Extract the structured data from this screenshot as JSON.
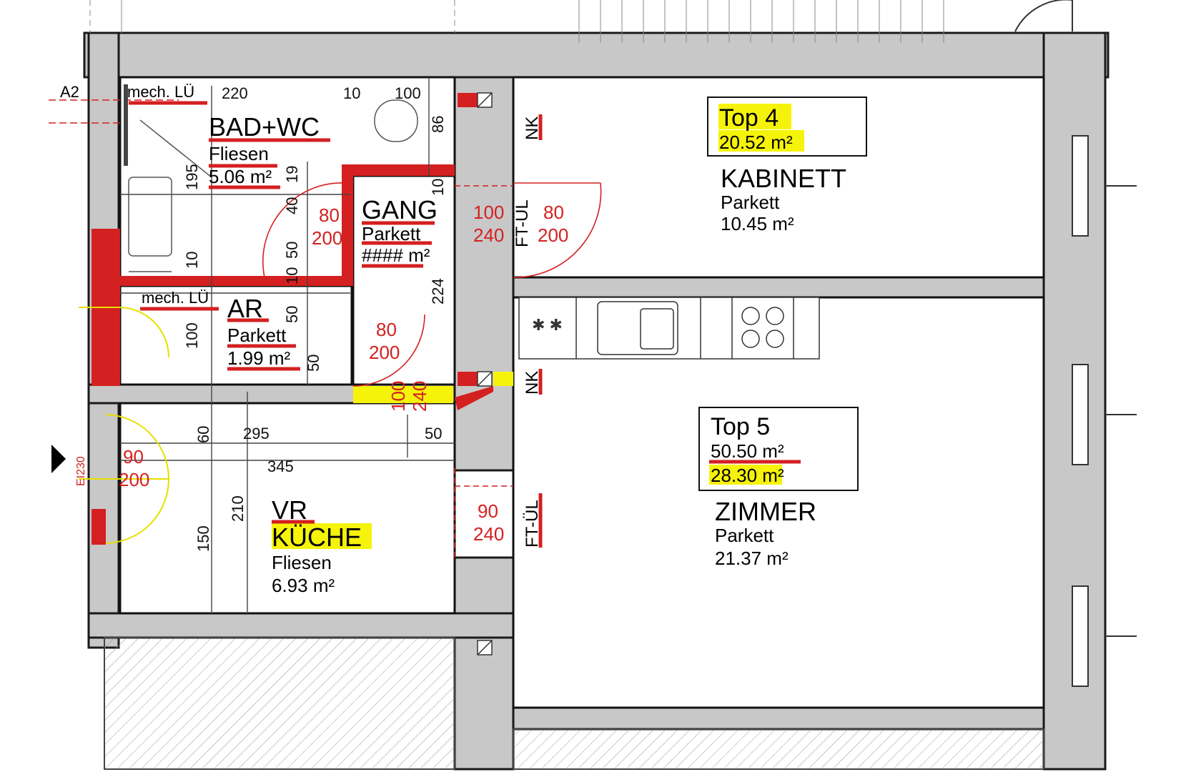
{
  "labels": {
    "top4_title": "Top 4",
    "top4_area": "20.52 m²",
    "kabinett": "KABINETT",
    "kabinett_floor": "Parkett",
    "kabinett_area": "10.45 m²",
    "top5_title": "Top 5",
    "top5_area1": "50.50  m²",
    "top5_area2": "28.30 m²",
    "zimmer": "ZIMMER",
    "zimmer_floor": "Parkett",
    "zimmer_area": "21.37 m²",
    "bad": "BAD+WC",
    "bad_floor": "Fliesen",
    "bad_area": "5.06 m²",
    "gang": "GANG",
    "gang_floor": "Parkett",
    "gang_area": "#### m²",
    "ar": "AR",
    "ar_floor": "Parkett",
    "ar_area": "1.99 m²",
    "vr": "VR",
    "kuche": "KÜCHE",
    "kuche_floor": "Fliesen",
    "kuche_area": "6.93 m²",
    "mech_lu_1": "mech. LÜ",
    "mech_lu_2": "mech. LÜ",
    "a2": "A2",
    "nk_1": "NK",
    "nk_2": "NK",
    "ftul_1": "FT-ÜL",
    "ftul_2": "FT-ÜL",
    "ei230": "EI230"
  },
  "dims_black": {
    "d220": "220",
    "d10a": "10",
    "d100a": "100",
    "d86": "86",
    "d195": "195",
    "d19": "19",
    "d40": "40",
    "d50a": "50",
    "d10b": "10",
    "d10c": "10",
    "d10d": "10",
    "d224": "224",
    "d100b": "100",
    "d50b": "50",
    "d50c": "50",
    "d60": "60",
    "d295": "295",
    "d50d": "50",
    "d345": "345",
    "d150": "150",
    "d210": "210"
  },
  "dims_red": {
    "door_bad_w": "80",
    "door_bad_h": "200",
    "door_kab_w1": "100",
    "door_kab_h1": "240",
    "door_kab_w2": "80",
    "door_kab_h2": "200",
    "door_ar_w": "80",
    "door_ar_h": "200",
    "door_gang_w": "100",
    "door_gang_h": "240",
    "door_entry_w": "90",
    "door_entry_h": "200",
    "door_zim_w": "90",
    "door_zim_h": "240"
  },
  "colors": {
    "highlight": "#f6f30a",
    "marker": "#d42020",
    "wall": "#c8c8c8"
  }
}
